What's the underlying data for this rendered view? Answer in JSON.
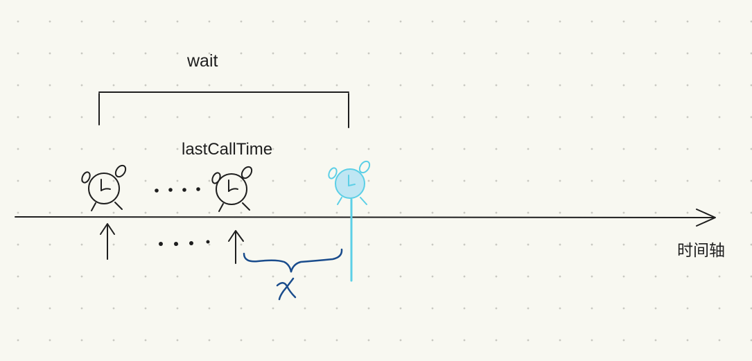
{
  "labels": {
    "wait": "wait",
    "last_call_time": "lastCallTime",
    "time_axis": "时间轴",
    "interval": "x"
  },
  "colors": {
    "background": "#f8f8f1",
    "ink": "#1e1e1e",
    "highlight_fill": "#bfe6f3",
    "highlight_stroke": "#5ccfe6",
    "interval_brace": "#1a4c8c"
  },
  "icons": {
    "past_call": "alarm-clock-icon",
    "last_call": "alarm-clock-icon",
    "current_call": "alarm-clock-icon",
    "call_marker": "up-arrow-icon"
  }
}
